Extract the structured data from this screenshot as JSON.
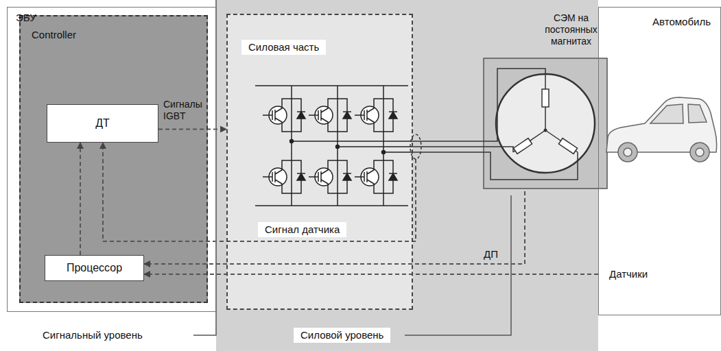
{
  "diagram": {
    "nodes": [
      {
        "text": [
          "ЭБУ"
        ]
      },
      {
        "text": [
          "Controller"
        ],
        "in": 0
      },
      {
        "text": [
          "ДТ"
        ],
        "in": 1
      },
      {
        "text": [
          "Процессор"
        ],
        "in": 1
      },
      {
        "text": [
          "Силовая часть"
        ]
      },
      {
        "text": [
          "СЭМ на постоянных магнитах"
        ]
      },
      {
        "text": [
          "Автомобиль"
        ]
      }
    ],
    "edges": [
      {
        "from": 2,
        "to": 4,
        "arrow": "to",
        "label": "Сигналы IGBT"
      },
      {
        "from": 4,
        "to": 2,
        "arrow": "to",
        "label": "Сигнал датчика"
      },
      {
        "from": 3,
        "to": 2,
        "arrow": "to"
      },
      {
        "from": 5,
        "to": 3,
        "arrow": "to",
        "label": "ДП"
      },
      {
        "from": 6,
        "to": 3,
        "arrow": "to",
        "label": "Датчики"
      },
      {
        "from": 4,
        "to": 5,
        "arrow": "none"
      }
    ],
    "labels": [
      "Сигнальный уровень",
      "Силовой уровень"
    ]
  }
}
